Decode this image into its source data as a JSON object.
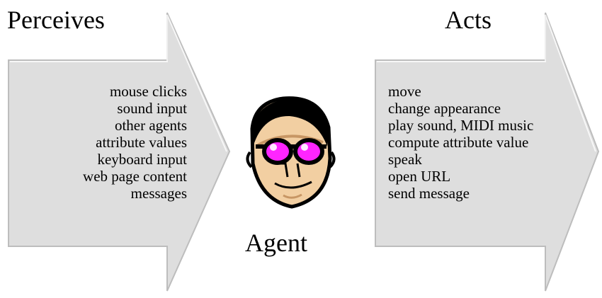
{
  "diagram": {
    "perceives": {
      "title": "Perceives",
      "items": [
        "mouse clicks",
        "sound input",
        "other agents",
        "attribute values",
        "keyboard input",
        "web page content",
        "messages"
      ]
    },
    "agent": {
      "label": "Agent",
      "icon": "agent-face-icon"
    },
    "acts": {
      "title": "Acts",
      "items": [
        "move",
        "change appearance",
        "play sound, MIDI music",
        "compute attribute value",
        "speak",
        "open URL",
        "send message"
      ]
    }
  },
  "colors": {
    "arrow_fill": "#dedede",
    "arrow_edge": "#bdbdbd",
    "lens": "#ff25ff",
    "skin": "#f2cfa2",
    "hair": "#000000"
  }
}
